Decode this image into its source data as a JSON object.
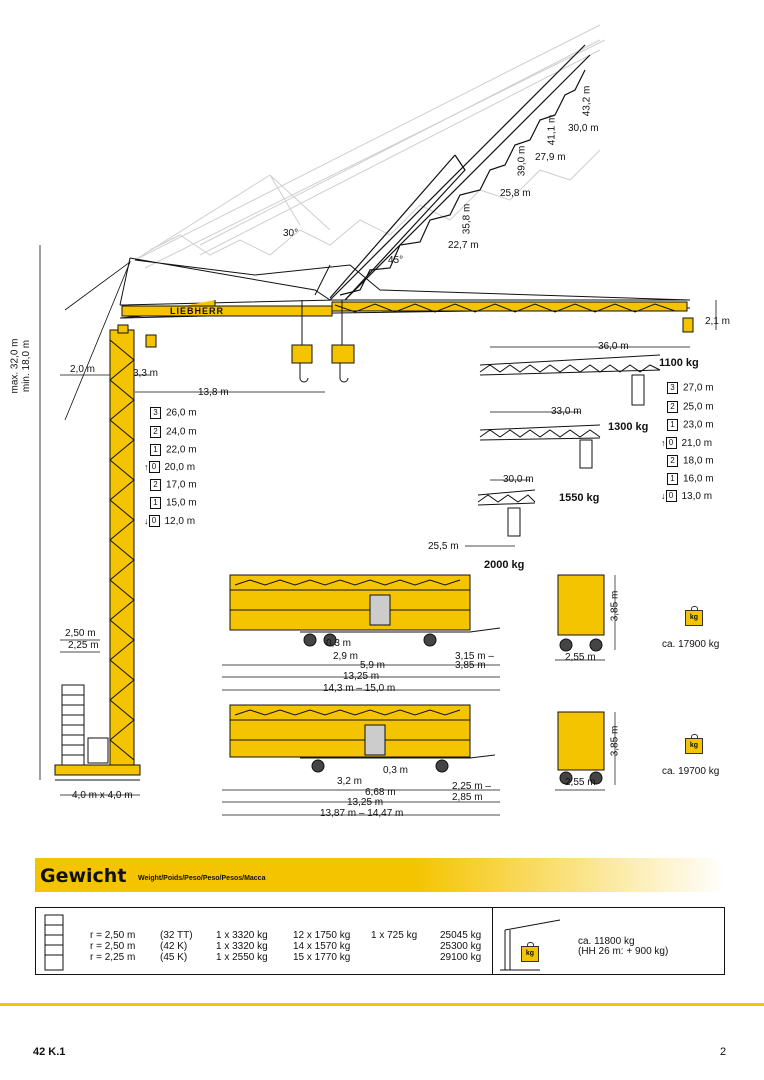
{
  "diagram": {
    "angles": {
      "a30": "30°",
      "a45": "45°"
    },
    "height_labels": {
      "max": "max. 32,0 m",
      "min": "min. 18,0 m"
    },
    "top_heights": [
      {
        "h": "43,2 m",
        "r": "30,0 m"
      },
      {
        "h": "41,1 m",
        "r": "27,9 m"
      },
      {
        "h": "39,0 m",
        "r": "25,8 m"
      },
      {
        "h": "35,8 m",
        "r": "22,7 m"
      }
    ],
    "dims": {
      "d20": "2,0 m",
      "d33": "3,3 m",
      "d138": "13,8 m",
      "d21": "2,1 m",
      "d250": "2,50 m",
      "d225": "2,25 m",
      "base": "4,0 m x 4,0 m"
    },
    "left_heights": [
      {
        "box": "3",
        "val": "26,0 m"
      },
      {
        "box": "2",
        "val": "24,0 m"
      },
      {
        "box": "1",
        "val": "22,0 m"
      },
      {
        "box": "0",
        "val": "20,0 m",
        "arrow": "↑"
      },
      {
        "box": "2",
        "val": "17,0 m"
      },
      {
        "box": "1",
        "val": "15,0 m"
      },
      {
        "box": "0",
        "val": "12,0 m",
        "arrow": "↓"
      }
    ],
    "right_heights": [
      {
        "box": "3",
        "val": "27,0 m"
      },
      {
        "box": "2",
        "val": "25,0 m"
      },
      {
        "box": "1",
        "val": "23,0 m"
      },
      {
        "box": "0",
        "val": "21,0 m",
        "arrow": "↑"
      },
      {
        "box": "2",
        "val": "18,0 m"
      },
      {
        "box": "1",
        "val": "16,0 m"
      },
      {
        "box": "0",
        "val": "13,0 m",
        "arrow": "↓"
      }
    ],
    "jibs": [
      {
        "radius": "36,0 m",
        "load": "1100 kg"
      },
      {
        "radius": "33,0 m",
        "load": "1300 kg"
      },
      {
        "radius": "30,0 m",
        "load": "1550 kg"
      },
      {
        "radius": "25,5 m",
        "load": "2000 kg"
      }
    ],
    "brand": "LIEBHERR",
    "transport1": {
      "dims": [
        "0,3 m",
        "2,9 m",
        "3,15 m –",
        "5,9 m",
        "3,85 m",
        "13,25 m",
        "14,3 m – 15,0 m"
      ],
      "height": "3,85 m",
      "width": "2,55 m",
      "weight": "ca. 17900 kg"
    },
    "transport2": {
      "dims": [
        "0,3 m",
        "3,2 m",
        "2,25 m –",
        "6,68 m",
        "2,85 m",
        "13,25 m",
        "13,87 m – 14,47 m"
      ],
      "height": "3,85 m",
      "width": "2,55 m",
      "weight": "ca. 19700 kg"
    },
    "kg_icon": "kg"
  },
  "weight_section": {
    "title": "Gewicht",
    "subtitle": "Weight/Poids/Peso/Peso/Pesos/Macca",
    "rows": [
      {
        "r": "r = 2,50 m",
        "t": "(32 TT)",
        "c1": "1 x 3320 kg",
        "c2": "12 x 1750 kg",
        "c3": "1 x 725 kg",
        "total": "25045 kg"
      },
      {
        "r": "r = 2,50 m",
        "t": "(42 K)",
        "c1": "1 x 3320 kg",
        "c2": "14 x 1570 kg",
        "c3": "",
        "total": "25300 kg"
      },
      {
        "r": "r = 2,25 m",
        "t": "(45 K)",
        "c1": "1 x 2550 kg",
        "c2": "15 x 1770 kg",
        "c3": "",
        "total": "29100 kg"
      }
    ],
    "crane_weight": "ca. 11800 kg",
    "crane_note": "(HH 26 m: + 900 kg)"
  },
  "footer": {
    "model": "42 K.1",
    "page": "2"
  },
  "colors": {
    "accent": "#f5c400",
    "line": "#111111",
    "ghost": "#c8c8c8"
  }
}
